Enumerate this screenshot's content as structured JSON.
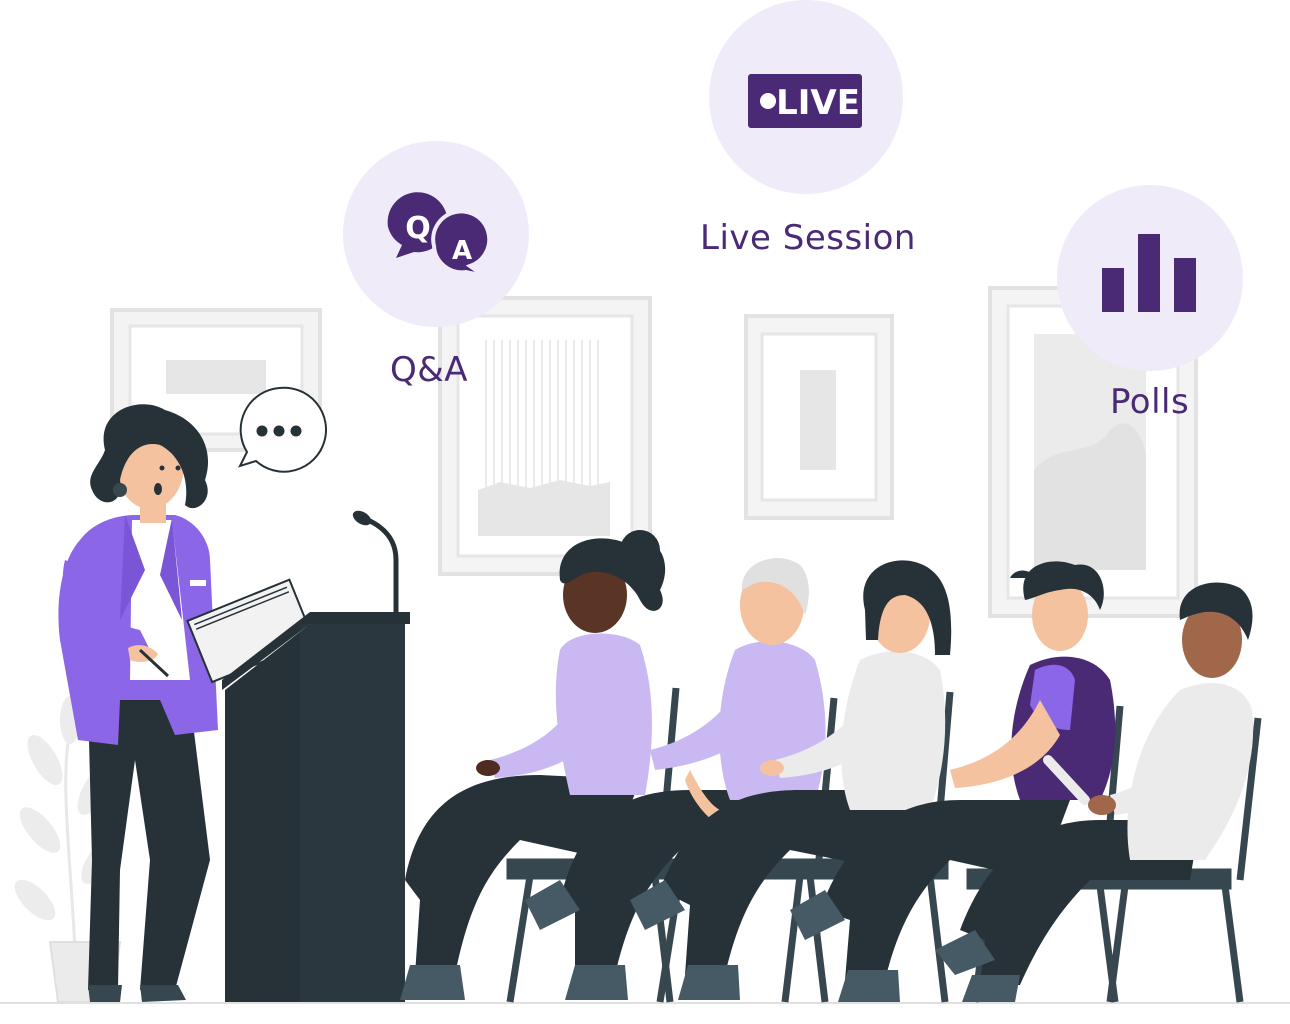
{
  "features": {
    "qa": {
      "label": "Q&A",
      "icon": "qa-bubbles-icon",
      "bubble_q": "Q",
      "bubble_a": "A"
    },
    "live": {
      "label": "Live Session",
      "icon": "live-badge-icon",
      "badge_text": "LIVE"
    },
    "polls": {
      "label": "Polls",
      "icon": "bar-chart-icon"
    }
  },
  "colors": {
    "accent_dark": "#4b2a75",
    "accent": "#8b66e6",
    "accent_light": "#c9b8f2",
    "circle_bg": "#efebf9",
    "dark": "#263238",
    "frame": "#ebebeb"
  }
}
